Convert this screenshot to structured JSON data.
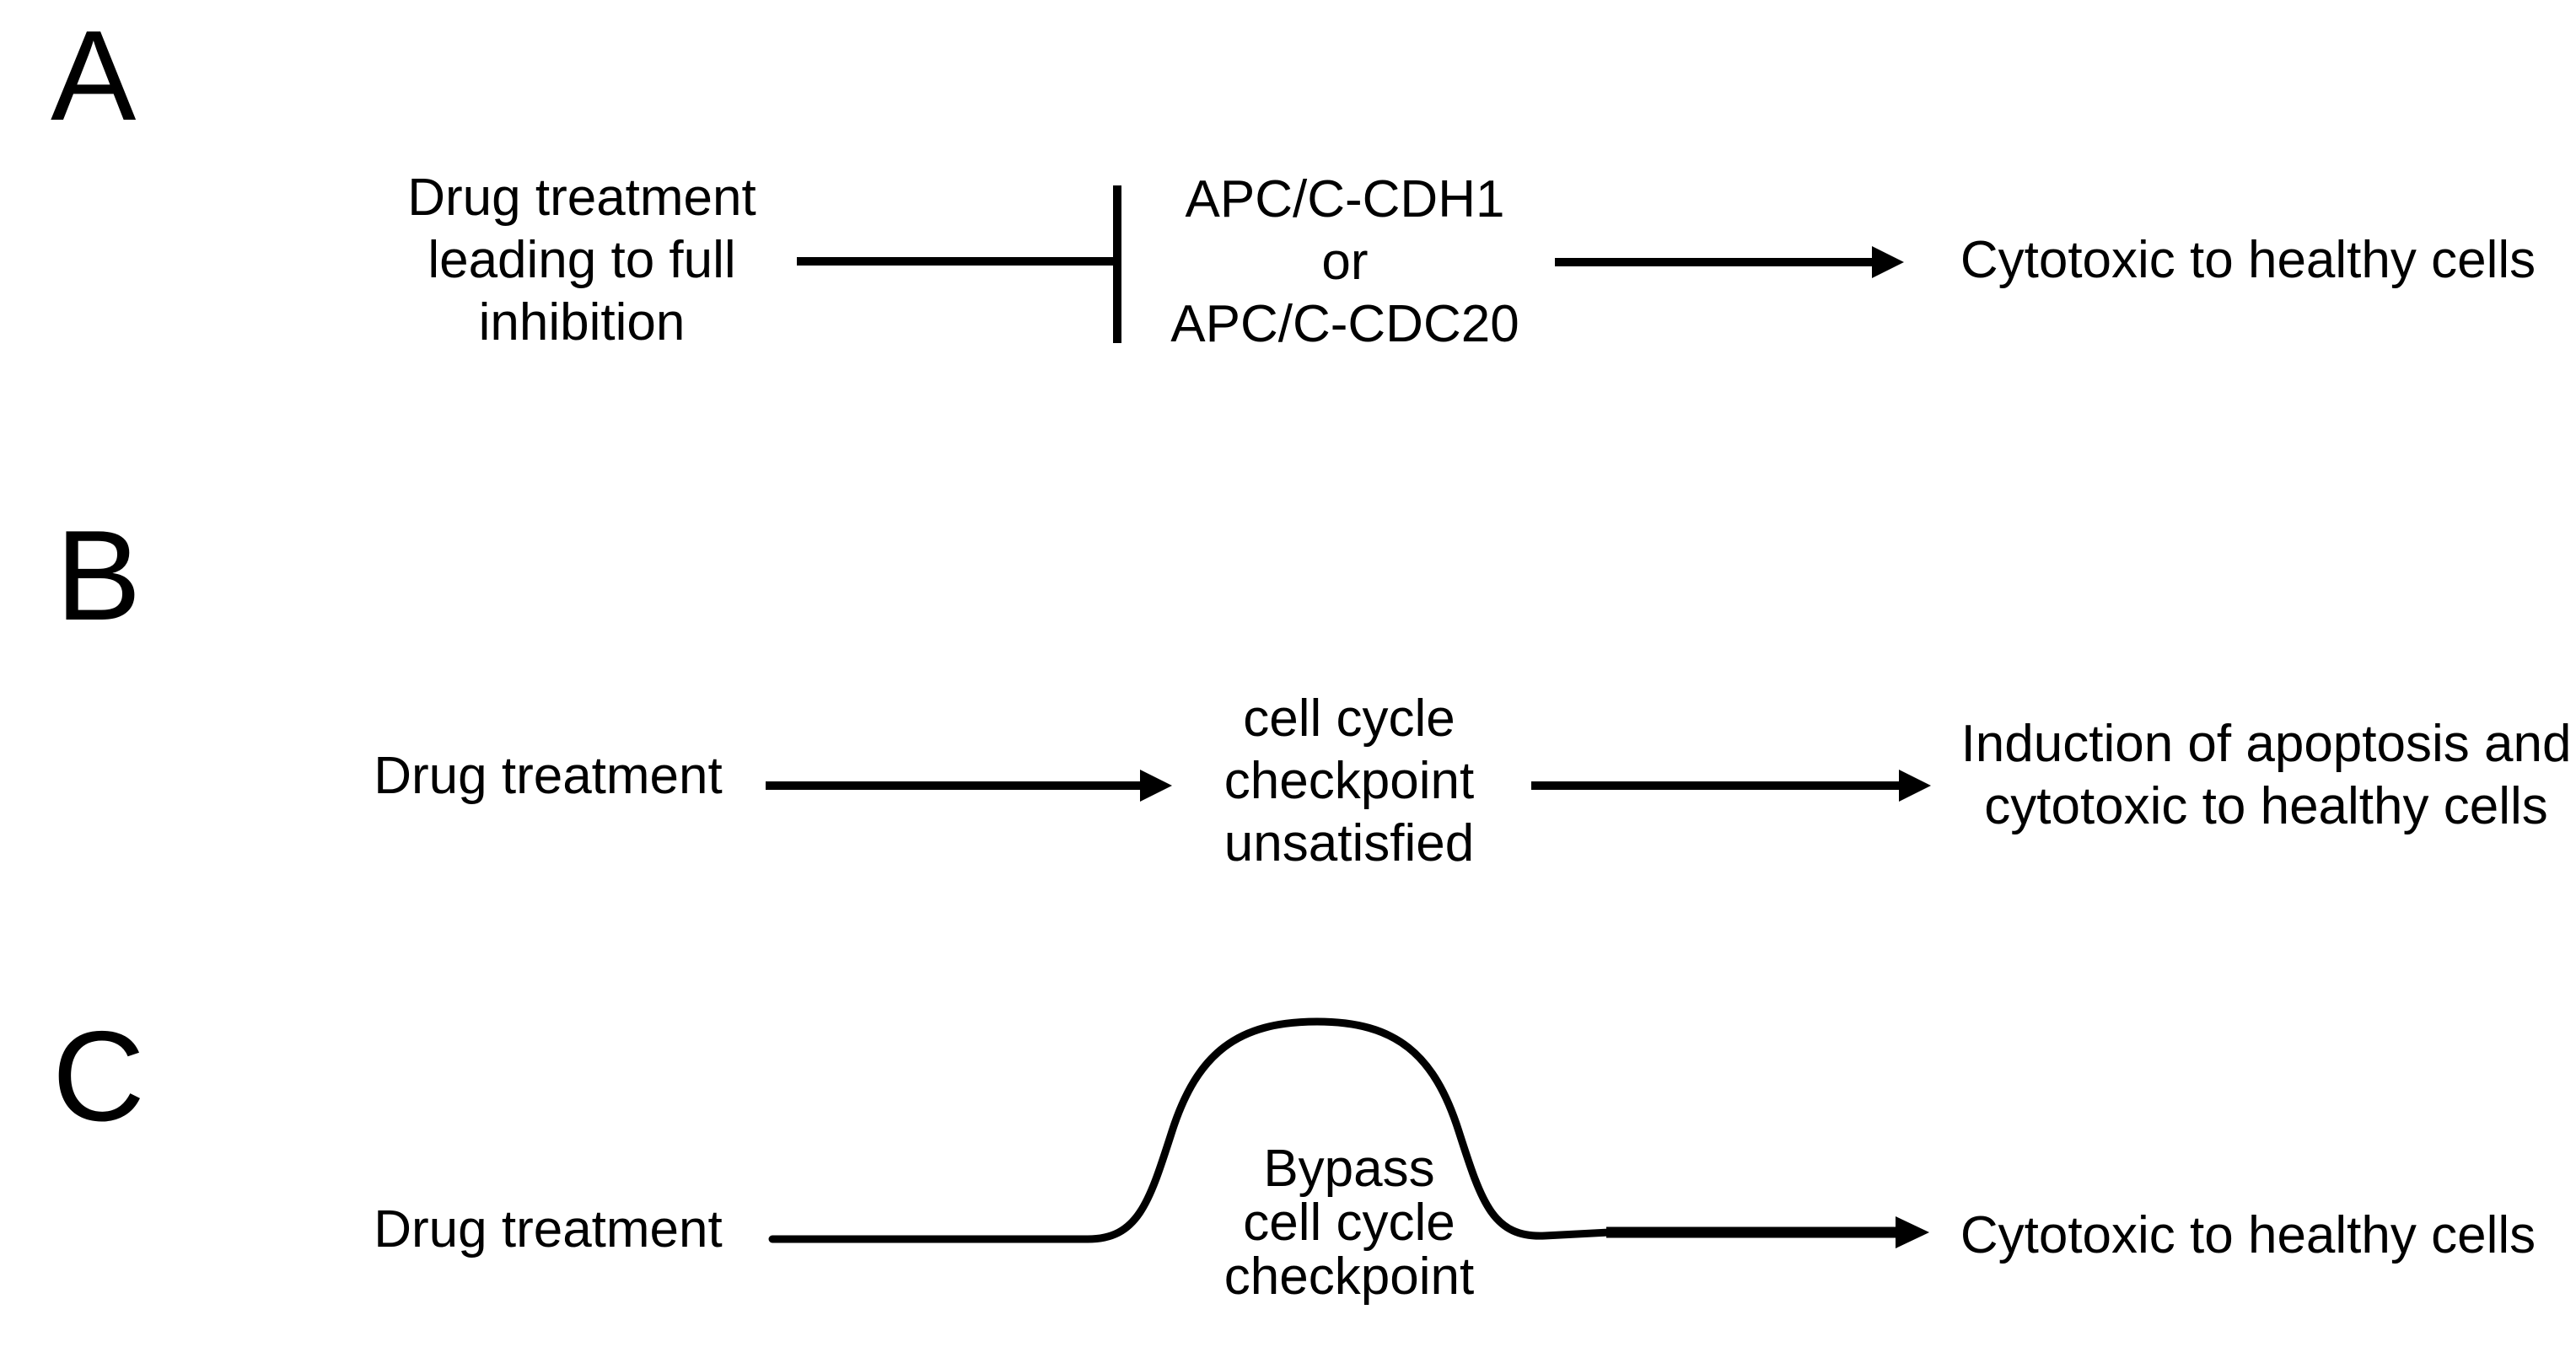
{
  "colors": {
    "ink": "#000000",
    "background": "#ffffff"
  },
  "panels": {
    "a": {
      "label": "A",
      "source": "Drug treatment\nleading to full\ninhibition",
      "target": "APC/C-CDH1\nor\nAPC/C-CDC20",
      "outcome": "Cytotoxic to healthy cells"
    },
    "b": {
      "label": "B",
      "source": "Drug treatment",
      "middle": "cell cycle\ncheckpoint\nunsatisfied",
      "outcome": "Induction of apoptosis and\ncytotoxic to healthy cells"
    },
    "c": {
      "label": "C",
      "source": "Drug treatment",
      "middle": "Bypass\ncell cycle\ncheckpoint",
      "outcome": "Cytotoxic to healthy cells"
    }
  }
}
